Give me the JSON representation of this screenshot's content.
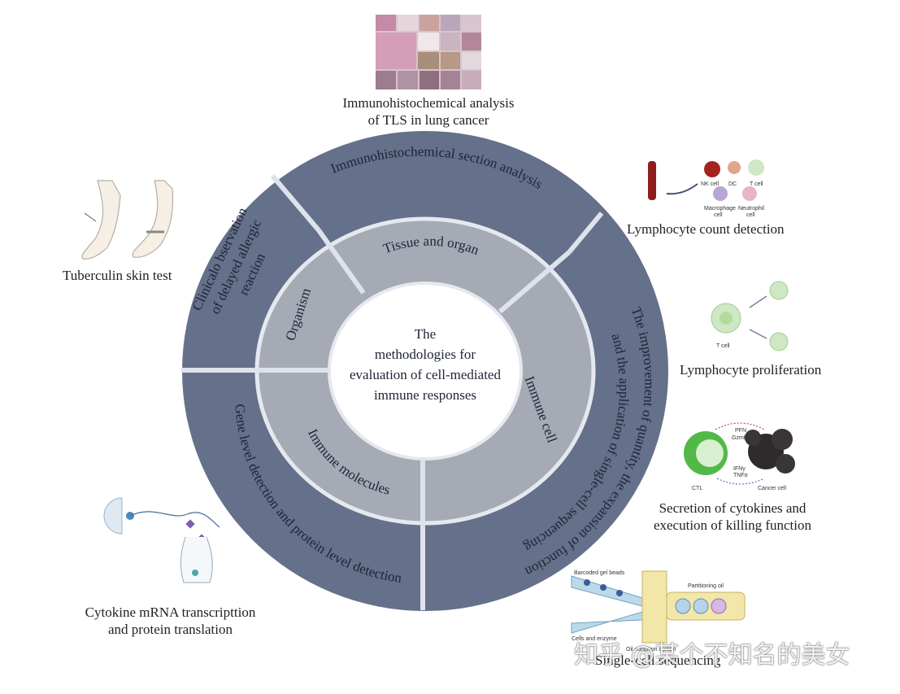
{
  "center_title": [
    "The",
    "methodologies for",
    "evaluation of cell-mediated",
    "immune responses"
  ],
  "inner_ring": {
    "tissue": "Tissue and organ",
    "organism": "Organism",
    "immune_cell": "Immune cell",
    "molecules": "Immune molecules"
  },
  "outer_ring": {
    "ihc": "Immunohistochemical section analysis",
    "clinical_1": "Clinicalo bservation",
    "clinical_2": "of delayed allergic",
    "clinical_3": "reaction",
    "quantity_1": "The improvement of quantity, the expansion of function",
    "quantity_2": "and the application of single-cell sequencing",
    "gene": "Gene level detection and protein level detection"
  },
  "captions": {
    "ihc_line1": "Immunohistochemical analysis",
    "ihc_line2": "of TLS in lung cancer",
    "tuberculin": "Tuberculin skin test",
    "lymph_count": "Lymphocyte count detection",
    "lymph_prolif": "Lymphocyte proliferation",
    "secretion_1": "Secretion of cytokines and",
    "secretion_2": "execution of killing function",
    "cytokine_1": "Cytokine mRNA transcripttion",
    "cytokine_2": "and protein translation",
    "single_cell": "Single-cell sequencing"
  },
  "figure_labels": {
    "nk": "NK cell",
    "dc": "DC",
    "tcell": "T cell",
    "macrophage": "Macrophage",
    "macrophage2": "cell",
    "neutrophil": "Neutrophil",
    "neutrophil2": "cell",
    "tcell2": "T cell",
    "ctl": "CTL",
    "cancer": "Cancer cell",
    "pfn": "PFN",
    "gzmb": "GzmB",
    "ifng": "IFNγ",
    "tnfa": "TNFα",
    "beads": "Barcoded gel beads",
    "partition": "Partitioning oil",
    "enzyme": "Cells and enzyme",
    "curtain": "Oil condition curtain"
  },
  "watermark": "知乎 @某个不知名的美女",
  "colors": {
    "outer": "#65708a",
    "inner": "#a5aab5",
    "center": "#ffffff",
    "divider": "#dde2ec"
  }
}
